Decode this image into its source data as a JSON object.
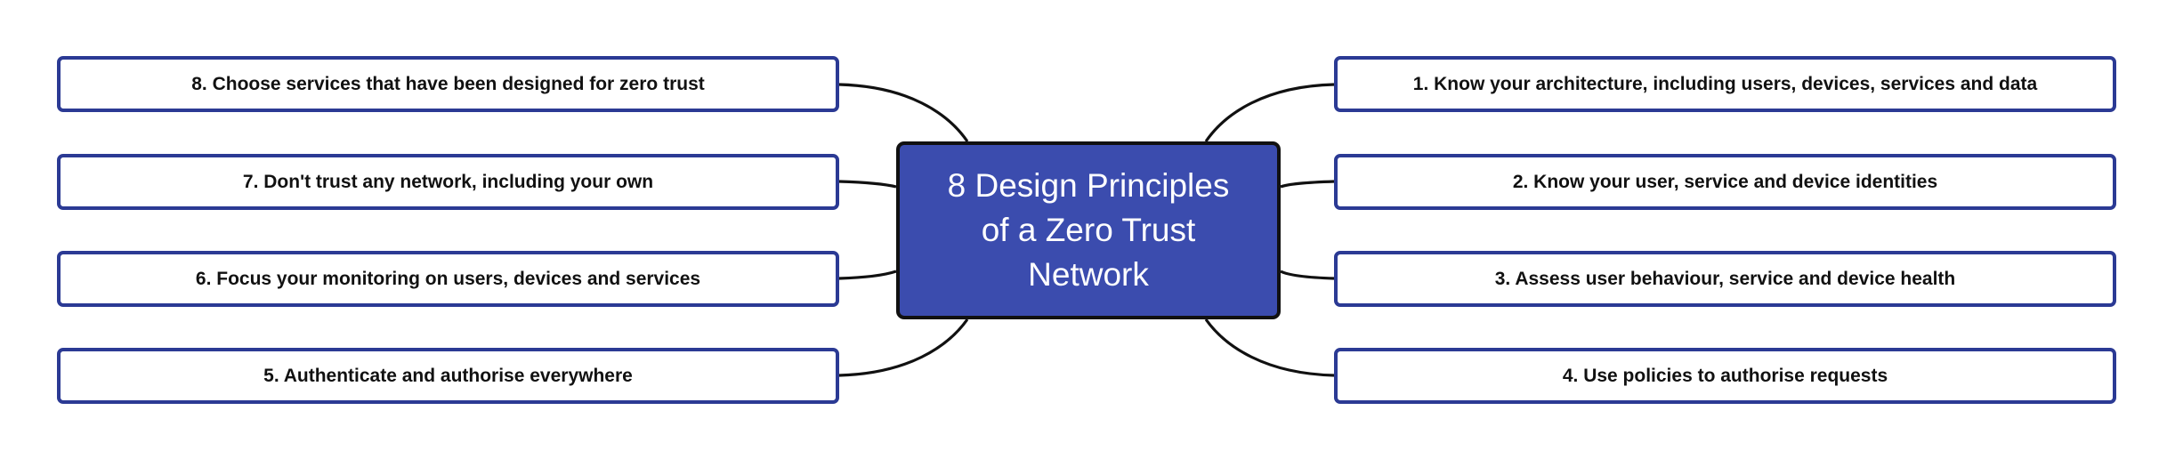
{
  "center": {
    "title": "8 Design Principles of a Zero Trust Network"
  },
  "principles": [
    "1. Know your architecture, including users, devices, services and data",
    "2. Know your user, service and device identities",
    "3. Assess user behaviour, service and device health",
    "4. Use policies to authorise requests",
    "5. Authenticate and authorise everywhere",
    "6. Focus your monitoring on users, devices and services",
    "7. Don't trust any network, including your own",
    "8. Choose services that have been designed for zero trust"
  ],
  "colors": {
    "node_border": "#2b3a94",
    "center_fill": "#3b4cae",
    "connector": "#111111"
  }
}
